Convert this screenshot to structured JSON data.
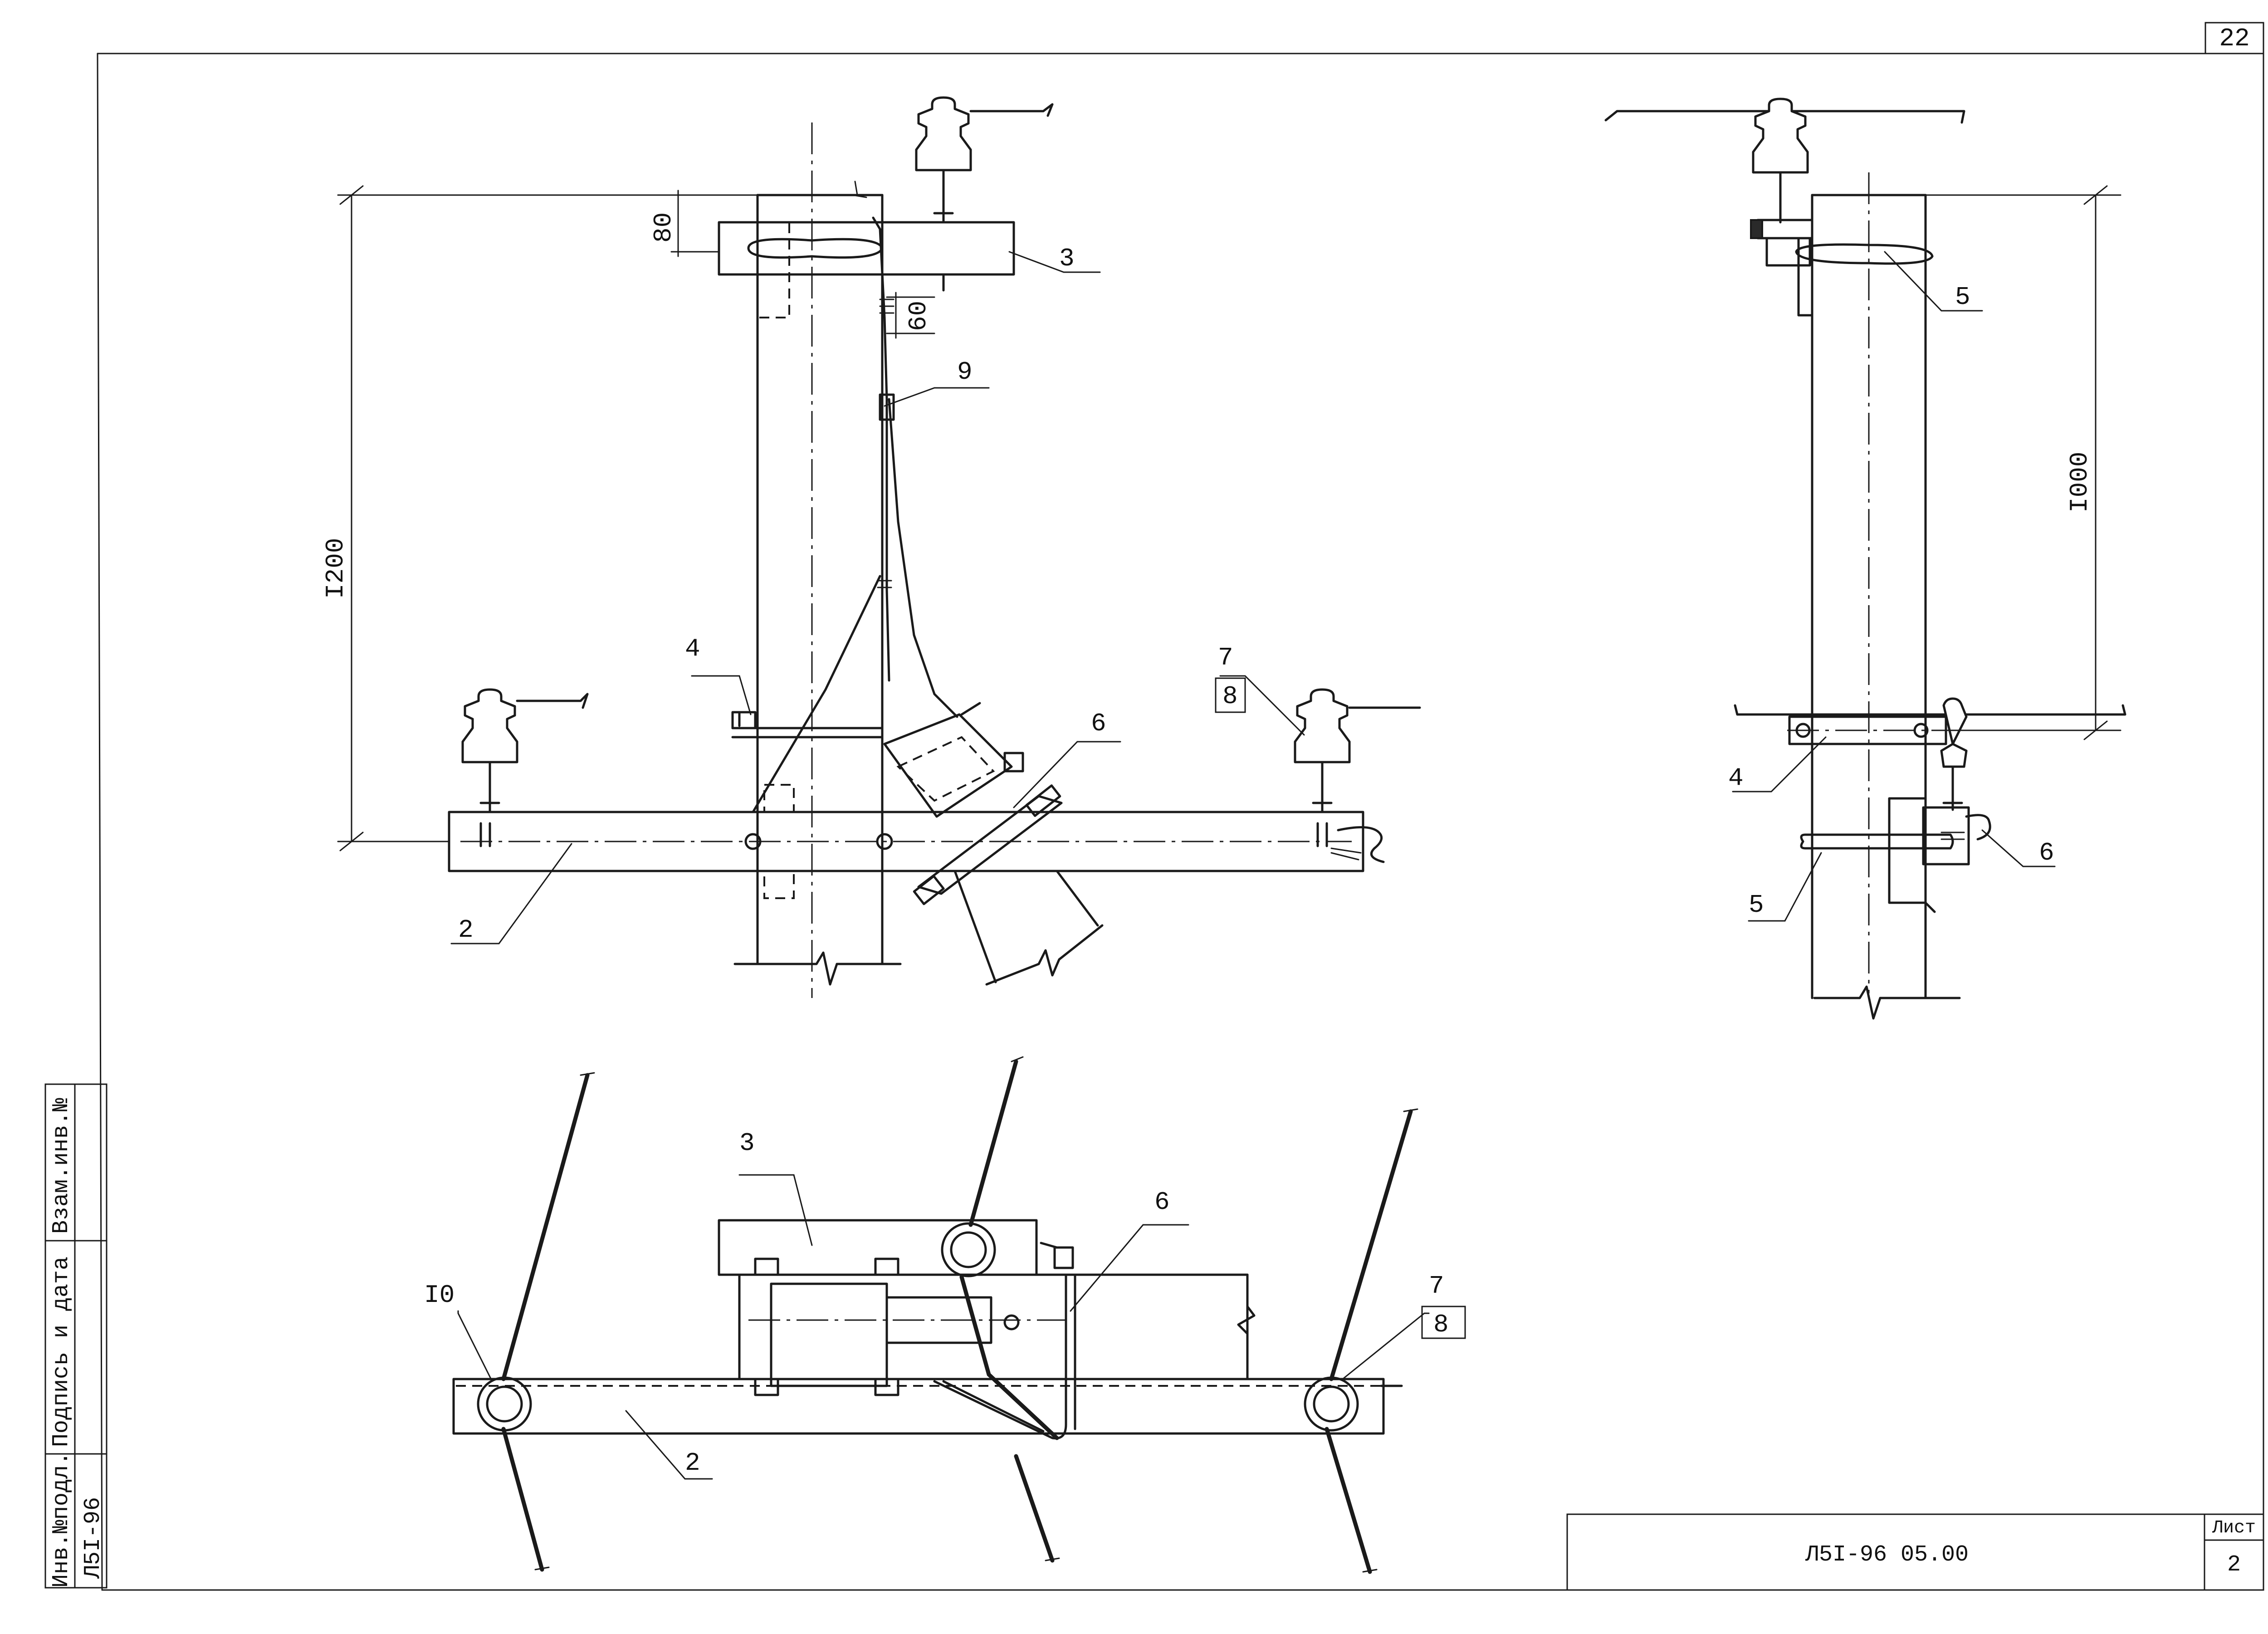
{
  "sheet": {
    "page_number": "22",
    "document_code": "Л5I-96 05.00",
    "sheet_label": "Лист",
    "sheet_number": "2"
  },
  "side_stamp": {
    "inventory_original": "Инв.№подл.",
    "signature_date": "Подпись и дата",
    "replaces_inventory": "Взам.инв.№",
    "code": "Л5I-96"
  },
  "dimensions": {
    "crossarm_height": "80",
    "offset_small": "60",
    "front_height": "I200",
    "side_height": "I000"
  },
  "callouts": {
    "front": [
      "3",
      "9",
      "4",
      "6",
      "7",
      "8",
      "2"
    ],
    "side": [
      "5",
      "4",
      "6",
      "5"
    ],
    "plan": [
      "3",
      "6",
      "I0",
      "7",
      "8",
      "2"
    ]
  }
}
